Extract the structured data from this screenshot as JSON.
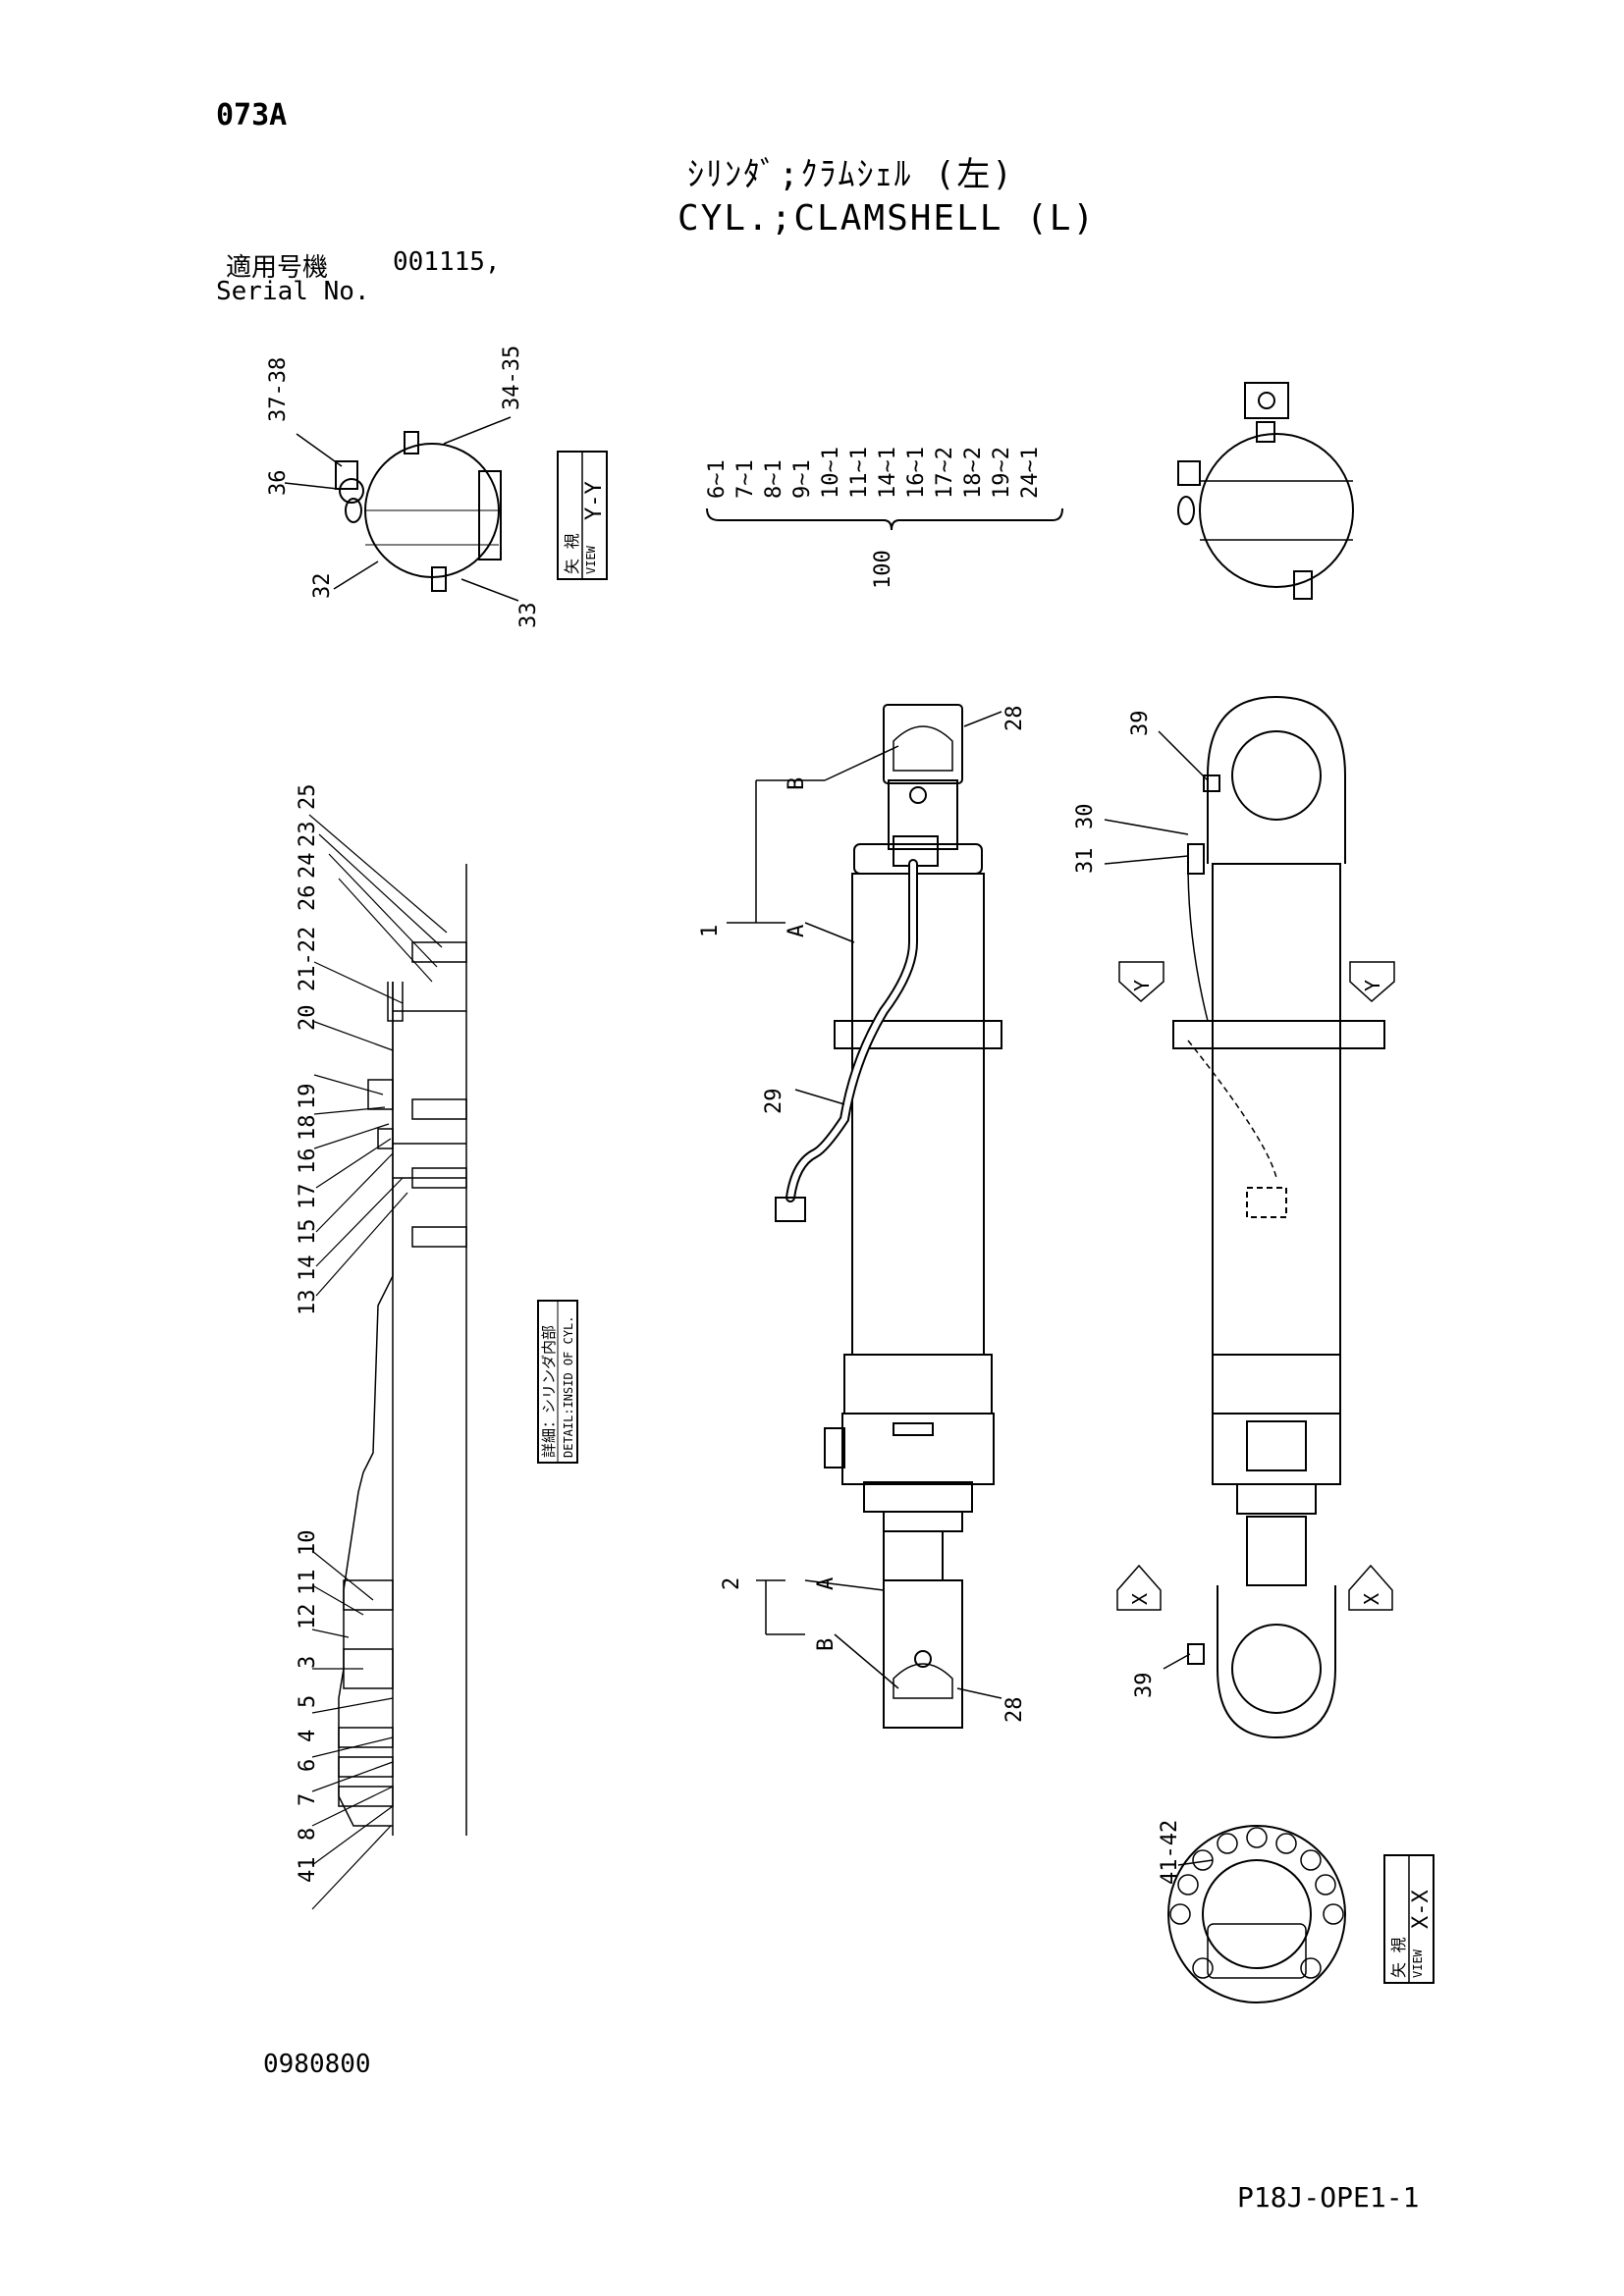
{
  "header": {
    "sheet_id": "073A",
    "title_jp": "ｼﾘﾝﾀﾞ;ｸﾗﾑｼｪﾙ (左)",
    "title_en": "CYL.;CLAMSHELL (L)",
    "serial_label_jp": "適用号機",
    "serial_value": "001115,",
    "serial_label_en": "Serial No."
  },
  "footer": {
    "doc_number": "0980800",
    "page_ref": "P18J-OPE1-1"
  },
  "views": {
    "view_yy": {
      "kanji": "矢 視",
      "sub": "VIEW",
      "label": "Y-Y"
    },
    "view_xx": {
      "kanji": "矢 視",
      "sub": "VIEW",
      "label": "X-X"
    },
    "detail_box": {
      "jp": "詳細：シリンダ内部",
      "en": "DETAIL:INSID OF CYL."
    },
    "arrow_y": "Y",
    "arrow_x": "X"
  },
  "kit": {
    "number": "100",
    "items": [
      "6~1",
      "7~1",
      "8~1",
      "9~1",
      "10~1",
      "11~1",
      "14~1",
      "16~1",
      "17~2",
      "18~2",
      "19~2",
      "24~1"
    ]
  },
  "callouts": {
    "yy_view": [
      "37-38",
      "34-35",
      "36",
      "32",
      "33"
    ],
    "detail": [
      "25",
      "23",
      "24",
      "26",
      "21-22",
      "20",
      "19",
      "18",
      "16",
      "17",
      "15",
      "14",
      "13",
      "10",
      "11",
      "12",
      "3",
      "5",
      "4",
      "6",
      "7",
      "8",
      "41"
    ],
    "main_front": [
      "28",
      "B",
      "1",
      "A",
      "29",
      "2",
      "A",
      "B",
      "28"
    ],
    "main_side": [
      "39",
      "30",
      "31",
      "39"
    ],
    "xx_view": [
      "41-42"
    ]
  }
}
